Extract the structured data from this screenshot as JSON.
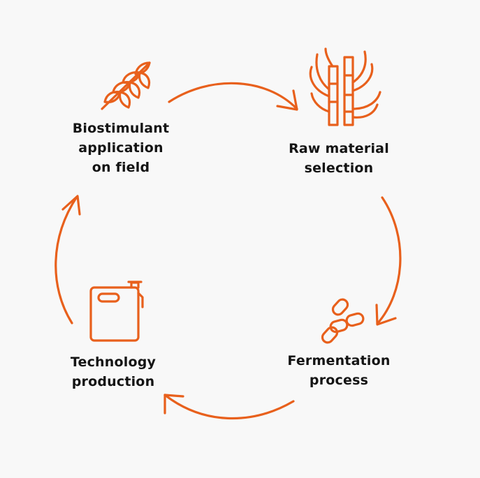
{
  "diagram": {
    "accent_color": "#e8601c",
    "text_color": "#141414",
    "steps": [
      {
        "id": "bio",
        "icon": "wheat-icon",
        "lines": [
          "Biostimulant",
          "application",
          "on field"
        ]
      },
      {
        "id": "raw",
        "icon": "sugarcane-icon",
        "lines": [
          "Raw material",
          "selection"
        ]
      },
      {
        "id": "ferm",
        "icon": "bacteria-icon",
        "lines": [
          "Fermentation",
          "process"
        ]
      },
      {
        "id": "tech",
        "icon": "jerrycan-icon",
        "lines": [
          "Technology",
          "production"
        ]
      }
    ]
  }
}
